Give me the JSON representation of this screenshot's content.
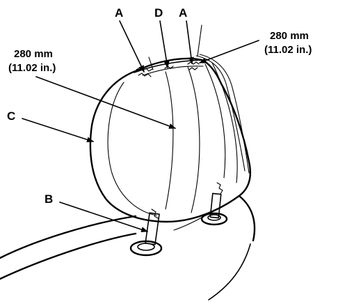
{
  "labels": {
    "a_left": "A",
    "d": "D",
    "a_right": "A",
    "b": "B",
    "c": "C"
  },
  "measure_left": {
    "metric": "280 mm",
    "imperial": "(11.02 in.)"
  },
  "measure_right": {
    "metric": "280 mm",
    "imperial": "(11.02 in.)"
  },
  "colors": {
    "line": "#000000",
    "background": "#ffffff"
  }
}
